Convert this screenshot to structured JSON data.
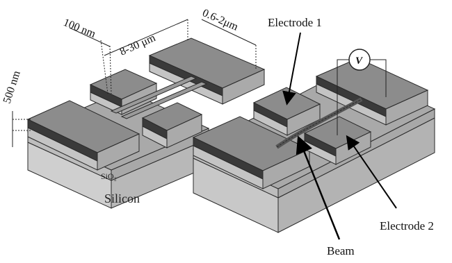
{
  "labels": {
    "electrode1": "Electrode 1",
    "electrode2": "Electrode 2",
    "beam": "Beam"
  },
  "dimensions": {
    "gap": "100 nm",
    "length": "8-30 μm",
    "width": "0.6-2μm",
    "height": "500 nm"
  },
  "materials": {
    "oxide": "SiO₂",
    "substrate": "Silicon"
  },
  "voltmeter": {
    "symbol": "V"
  },
  "colors": {
    "top_face": "#8c8c8c",
    "front_face": "#c8c8c8",
    "side_face": "#b3b3b3",
    "dark_layer": "#3a3a3a",
    "outline": "#2a2a2a"
  }
}
